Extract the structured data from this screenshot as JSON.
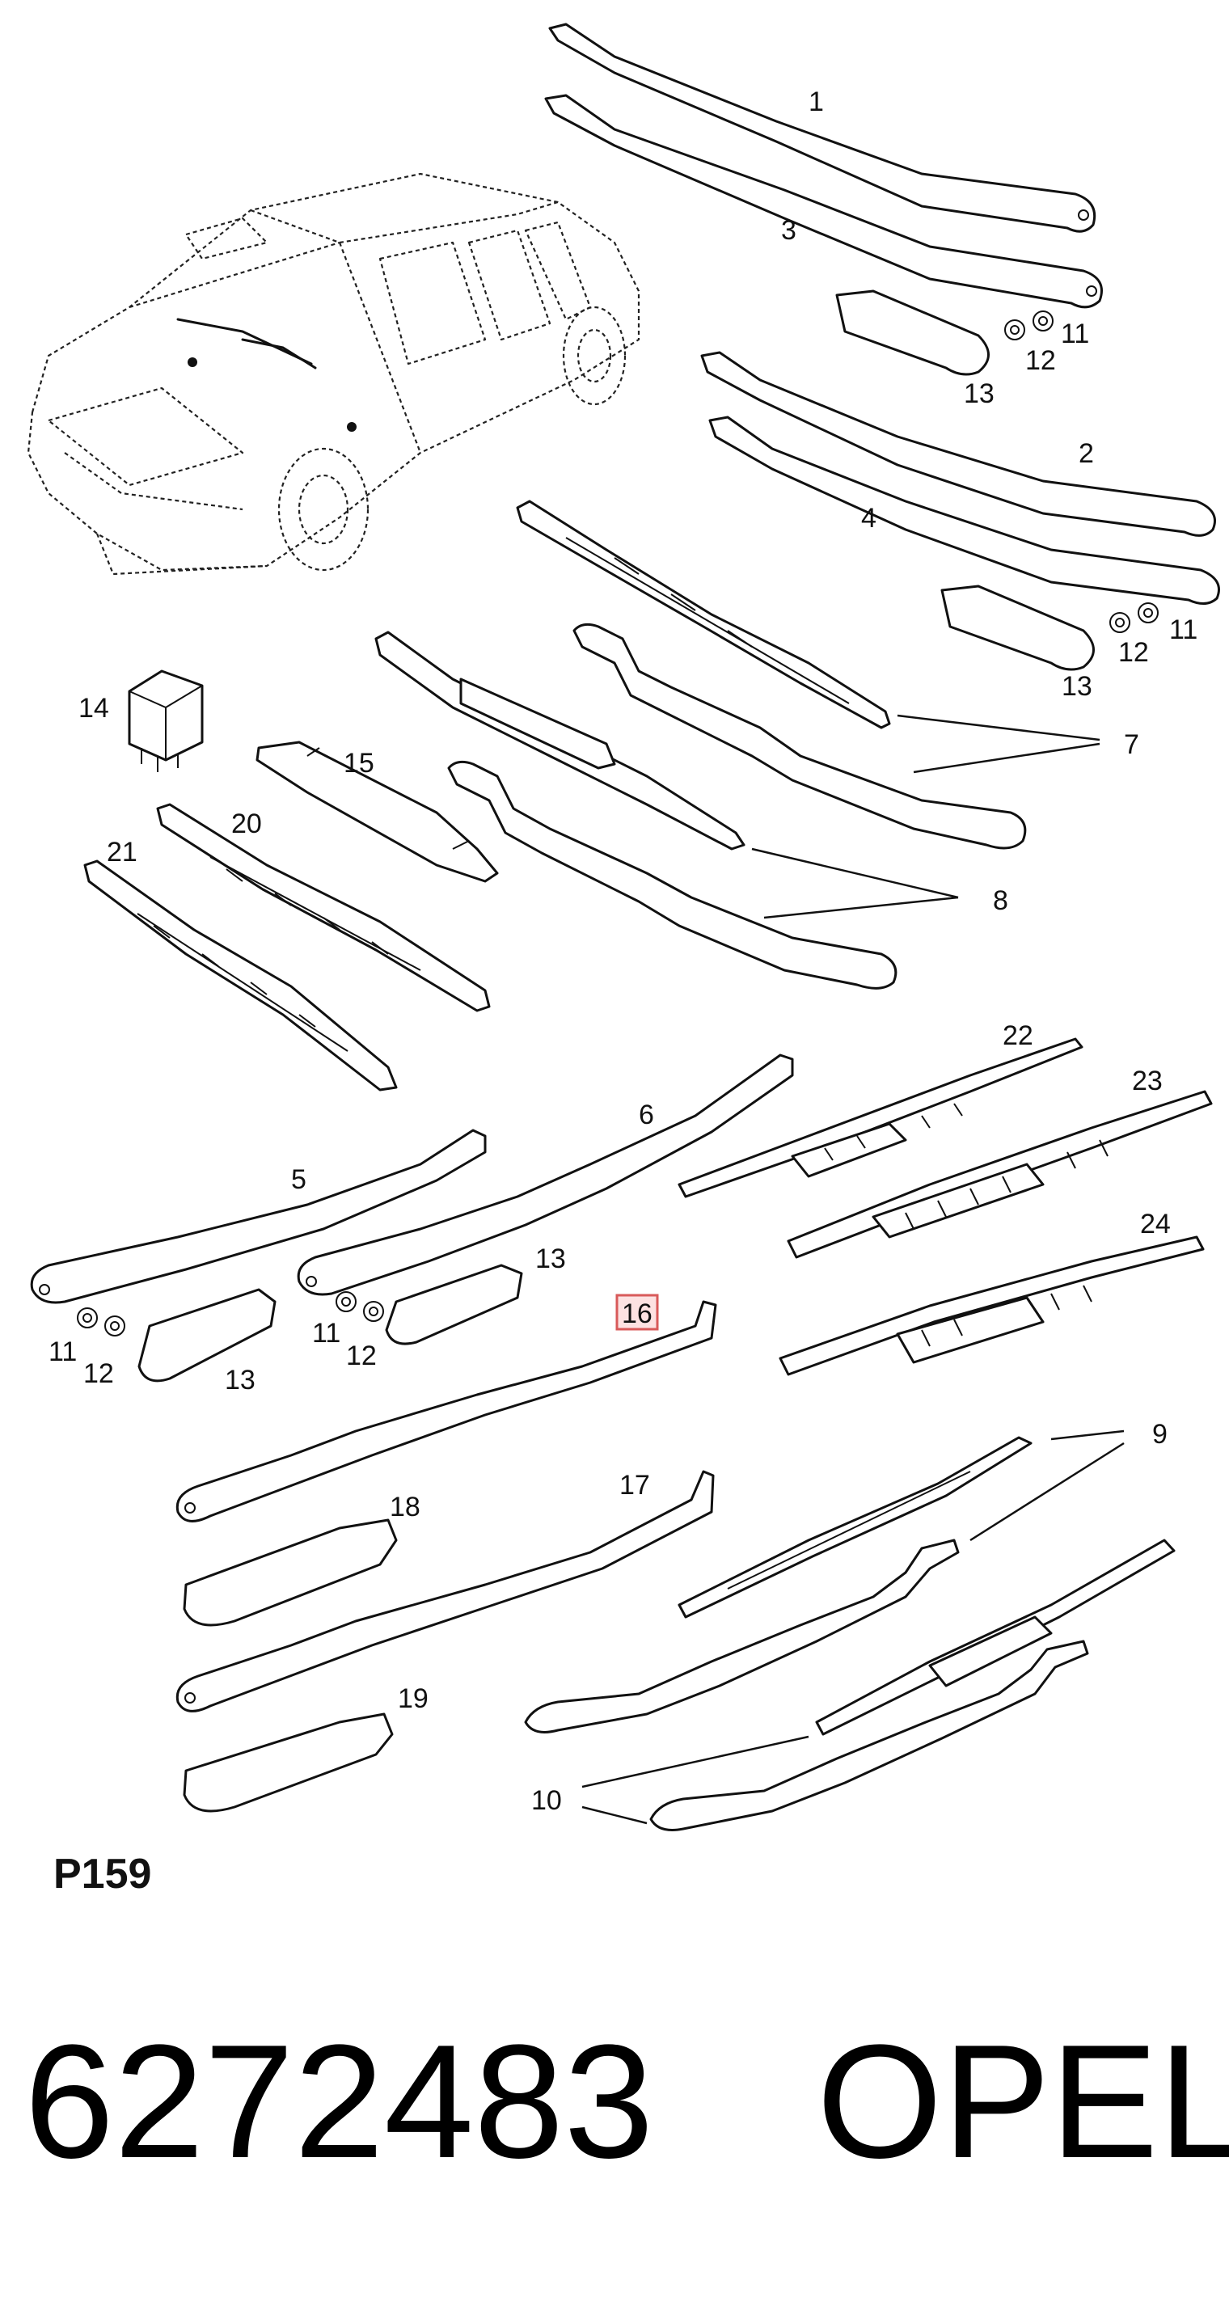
{
  "diagram": {
    "reference_code": "P159",
    "part_number": "6272483",
    "brand": "OPEL",
    "highlighted_callout": "16",
    "callouts": {
      "c1": "1",
      "c2": "2",
      "c3": "3",
      "c4": "4",
      "c5": "5",
      "c6": "6",
      "c7": "7",
      "c8": "8",
      "c9": "9",
      "c10": "10",
      "c11a": "11",
      "c11b": "11",
      "c11c": "11",
      "c11d": "11",
      "c12a": "12",
      "c12b": "12",
      "c12c": "12",
      "c12d": "12",
      "c13a": "13",
      "c13b": "13",
      "c13c": "13",
      "c13d": "13",
      "c14": "14",
      "c15": "15",
      "c16": "16",
      "c17": "17",
      "c18": "18",
      "c19": "19",
      "c20": "20",
      "c21": "21",
      "c22": "22",
      "c23": "23",
      "c24": "24"
    },
    "colors": {
      "line": "#111111",
      "highlight_fill": "#fde2e2",
      "highlight_stroke": "#d85a5a"
    }
  }
}
